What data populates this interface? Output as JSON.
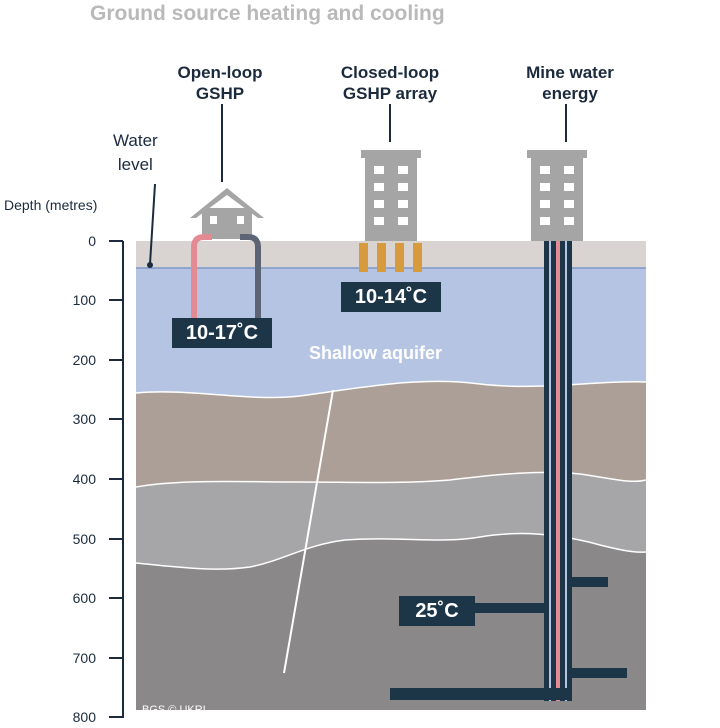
{
  "title": "Ground source heating and cooling",
  "systems": [
    {
      "line1": "Open-loop",
      "line2": "GSHP"
    },
    {
      "line1": "Closed-loop",
      "line2": "GSHP array"
    },
    {
      "line1": "Mine water",
      "line2": "energy"
    }
  ],
  "water_level": {
    "line1": "Water",
    "line2": "level"
  },
  "depth_axis": {
    "label": "Depth (metres)",
    "ticks": [
      "0",
      "100",
      "200",
      "300",
      "400",
      "500",
      "600",
      "700",
      "800"
    ]
  },
  "temperatures": {
    "open_loop": "10-17˚C",
    "closed_loop": "10-14˚C",
    "mine_water": "25˚C"
  },
  "aquifer_label": "Shallow aquifer",
  "credit": "BGS © UKRI",
  "colors": {
    "surface": "#d9d4d1",
    "aquifer": "#b4c4e2",
    "layer_brown": "#ac9f97",
    "layer_grey": "#a6a5a7",
    "layer_dark": "#8a8889",
    "building": "#a5a5a5",
    "navy": "#1c3547",
    "pipe_red": "#e48a93",
    "pipe_orange": "#d79a3c",
    "pipe_blue": "#5d6474"
  }
}
